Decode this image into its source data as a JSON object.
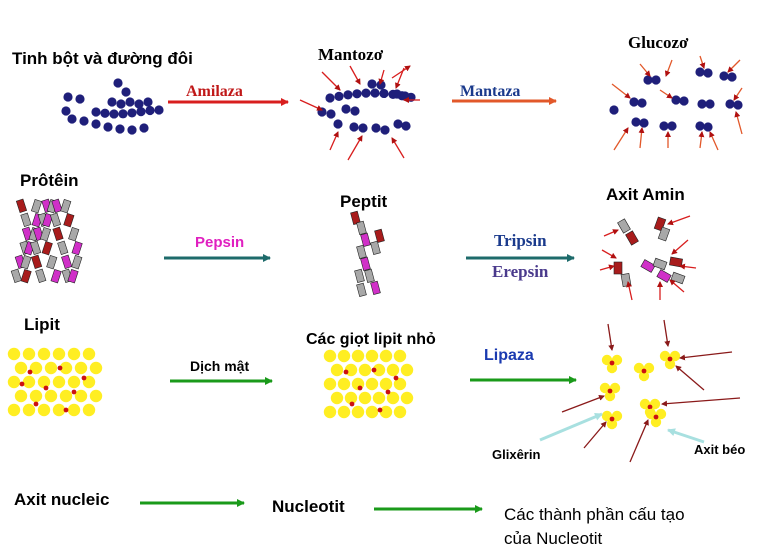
{
  "colors": {
    "starch_bead": "#1f1f7a",
    "amilaza_arrow": "#d81e1e",
    "amilaza_text": "#c01818",
    "mantaza_arrow": "#e2582a",
    "mantaza_text": "#1a3a8c",
    "pepsin_text": "#e020c0",
    "teal_arrow": "#1e6b6b",
    "tripsin_text": "#1a3a8c",
    "erepsin_text": "#4a3a8c",
    "green_arrow": "#1a9a1a",
    "lipaza_text": "#1a3ab0",
    "fat_yellow": "#ffee22",
    "fat_dot": "#cc1111",
    "pointer_arrow": "#8a1a1a",
    "glycerin_pointer": "#a8e0e0",
    "peptide_red": "#a81c1c",
    "peptide_pink": "#d030c8",
    "peptide_grey": "#a8a8a8",
    "text": "#000000"
  },
  "row1": {
    "source": "Tinh bột và đường đôi",
    "enzyme1": "Amilaza",
    "middle": "Mantozơ",
    "enzyme2": "Mantaza",
    "product": "Glucozơ"
  },
  "row2": {
    "source": "Prôtêin",
    "enzyme1": "Pepsin",
    "middle": "Peptit",
    "enzyme2a": "Tripsin",
    "enzyme2b": "Erepsin",
    "product": "Axit Amin"
  },
  "row3": {
    "source": "Lipit",
    "enzyme1": "Dịch mật",
    "middle": "Các giọt lipit nhỏ",
    "enzyme2": "Lipaza",
    "product_a": "Glixêrin",
    "product_b": "Axit béo"
  },
  "row4": {
    "source": "Axit nucleic",
    "middle": "Nucleotit",
    "product_line1": "Các thành phần cấu tạo",
    "product_line2": "của Nucleotit"
  }
}
